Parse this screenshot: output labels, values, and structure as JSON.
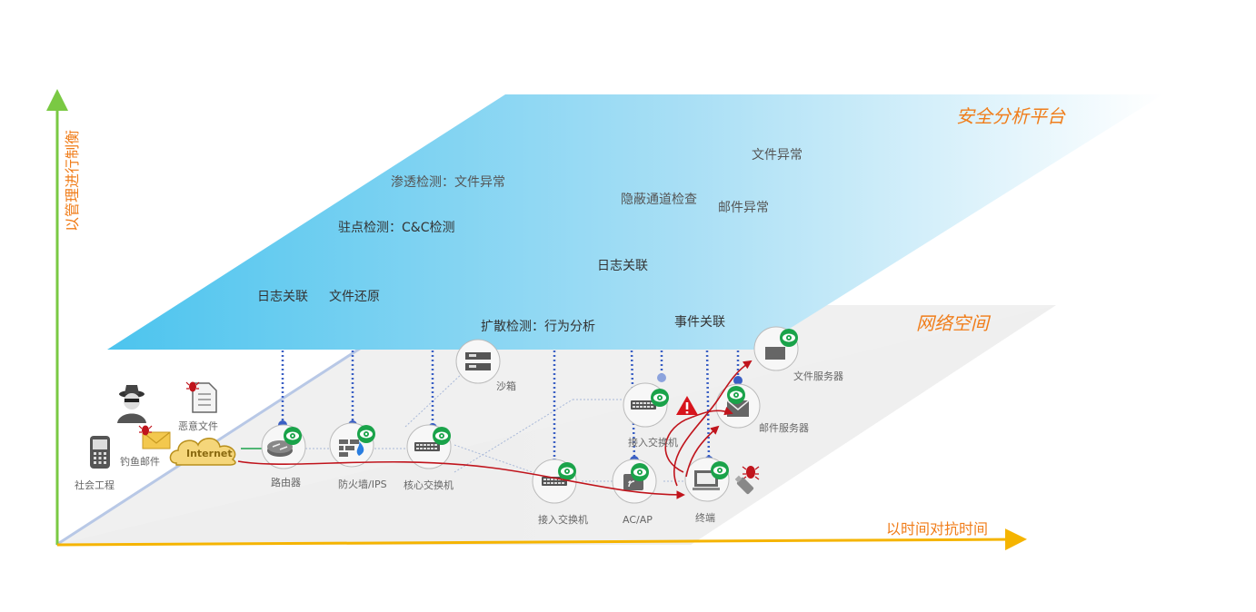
{
  "axes": {
    "y_label": "以管理进行制衡",
    "x_label": "以时间对抗时间"
  },
  "planes": {
    "top": "安全分析平台",
    "bottom": "网络空间"
  },
  "analysis_items": [
    "渗透检测：文件异常",
    "驻点检测：C&C检测",
    "日志关联",
    "文件还原",
    "扩散检测：行为分析",
    "隐蔽通道检查",
    "邮件异常",
    "文件异常",
    "日志关联",
    "事件关联"
  ],
  "devices": {
    "social": "社会工程",
    "phishing": "钓鱼邮件",
    "malware": "恶意文件",
    "internet": "Internet",
    "router": "路由器",
    "firewall": "防火墙/IPS",
    "core_switch": "核心交换机",
    "sandbox": "沙箱",
    "access_switch_1": "接入交换机",
    "access_switch_2": "接入交换机",
    "ap": "AC/AP",
    "terminal": "终端",
    "mail_server": "邮件服务器",
    "file_server": "文件服务器"
  },
  "colors": {
    "axis_y": "#7ac943",
    "axis_x": "#f5b400",
    "label_orange": "#f07d1a",
    "monitor_green": "#1aa34a",
    "attack_red": "#c0141c",
    "probe_blue": "#3a5fc4"
  }
}
